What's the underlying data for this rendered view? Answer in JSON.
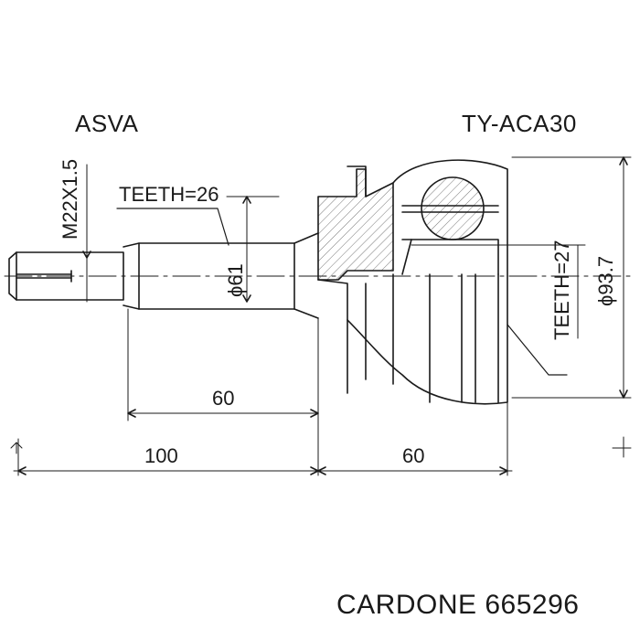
{
  "header": {
    "left_brand": "ASVA",
    "right_part_number": "TY-ACA30"
  },
  "annotations": {
    "thread": "M22X1.5",
    "left_teeth": "TEETH=26",
    "shaft_diameter": "ϕ61",
    "right_teeth": "TEETH=27",
    "outer_diameter": "ϕ93.7",
    "dim_60_upper": "60",
    "dim_100": "100",
    "dim_60_lower": "60"
  },
  "footer": {
    "caption": "CARDONE 665296"
  },
  "colors": {
    "line": "#1a1a1a",
    "background": "#ffffff"
  }
}
